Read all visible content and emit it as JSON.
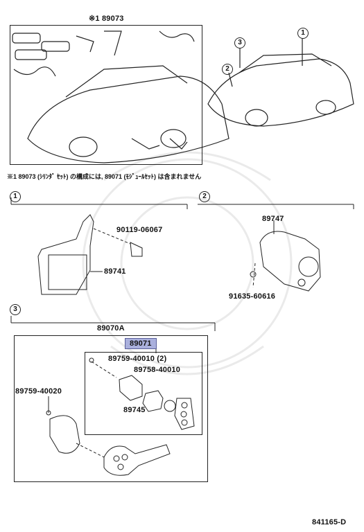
{
  "top": {
    "ref_label": "※1 89073",
    "callout_1": "1",
    "callout_2": "2",
    "callout_3": "3"
  },
  "note": "※1  89073 (ｼﾘﾝﾀﾞ ｾｯﾄ) の構成には, 89071 (ﾓｼﾞｭｰﾙｾｯﾄ) は含まれません",
  "section1": {
    "marker": "1",
    "parts": [
      "90119-06067",
      "89741"
    ]
  },
  "section2": {
    "marker": "2",
    "parts": [
      "89747",
      "91635-60616"
    ]
  },
  "section3": {
    "marker": "3",
    "assembly": "89070A",
    "module": "89071",
    "parts": [
      "89759-40010 (2)",
      "89758-40010",
      "89745",
      "89759-40020"
    ]
  },
  "footer": {
    "diagram_id": "841165-D"
  }
}
